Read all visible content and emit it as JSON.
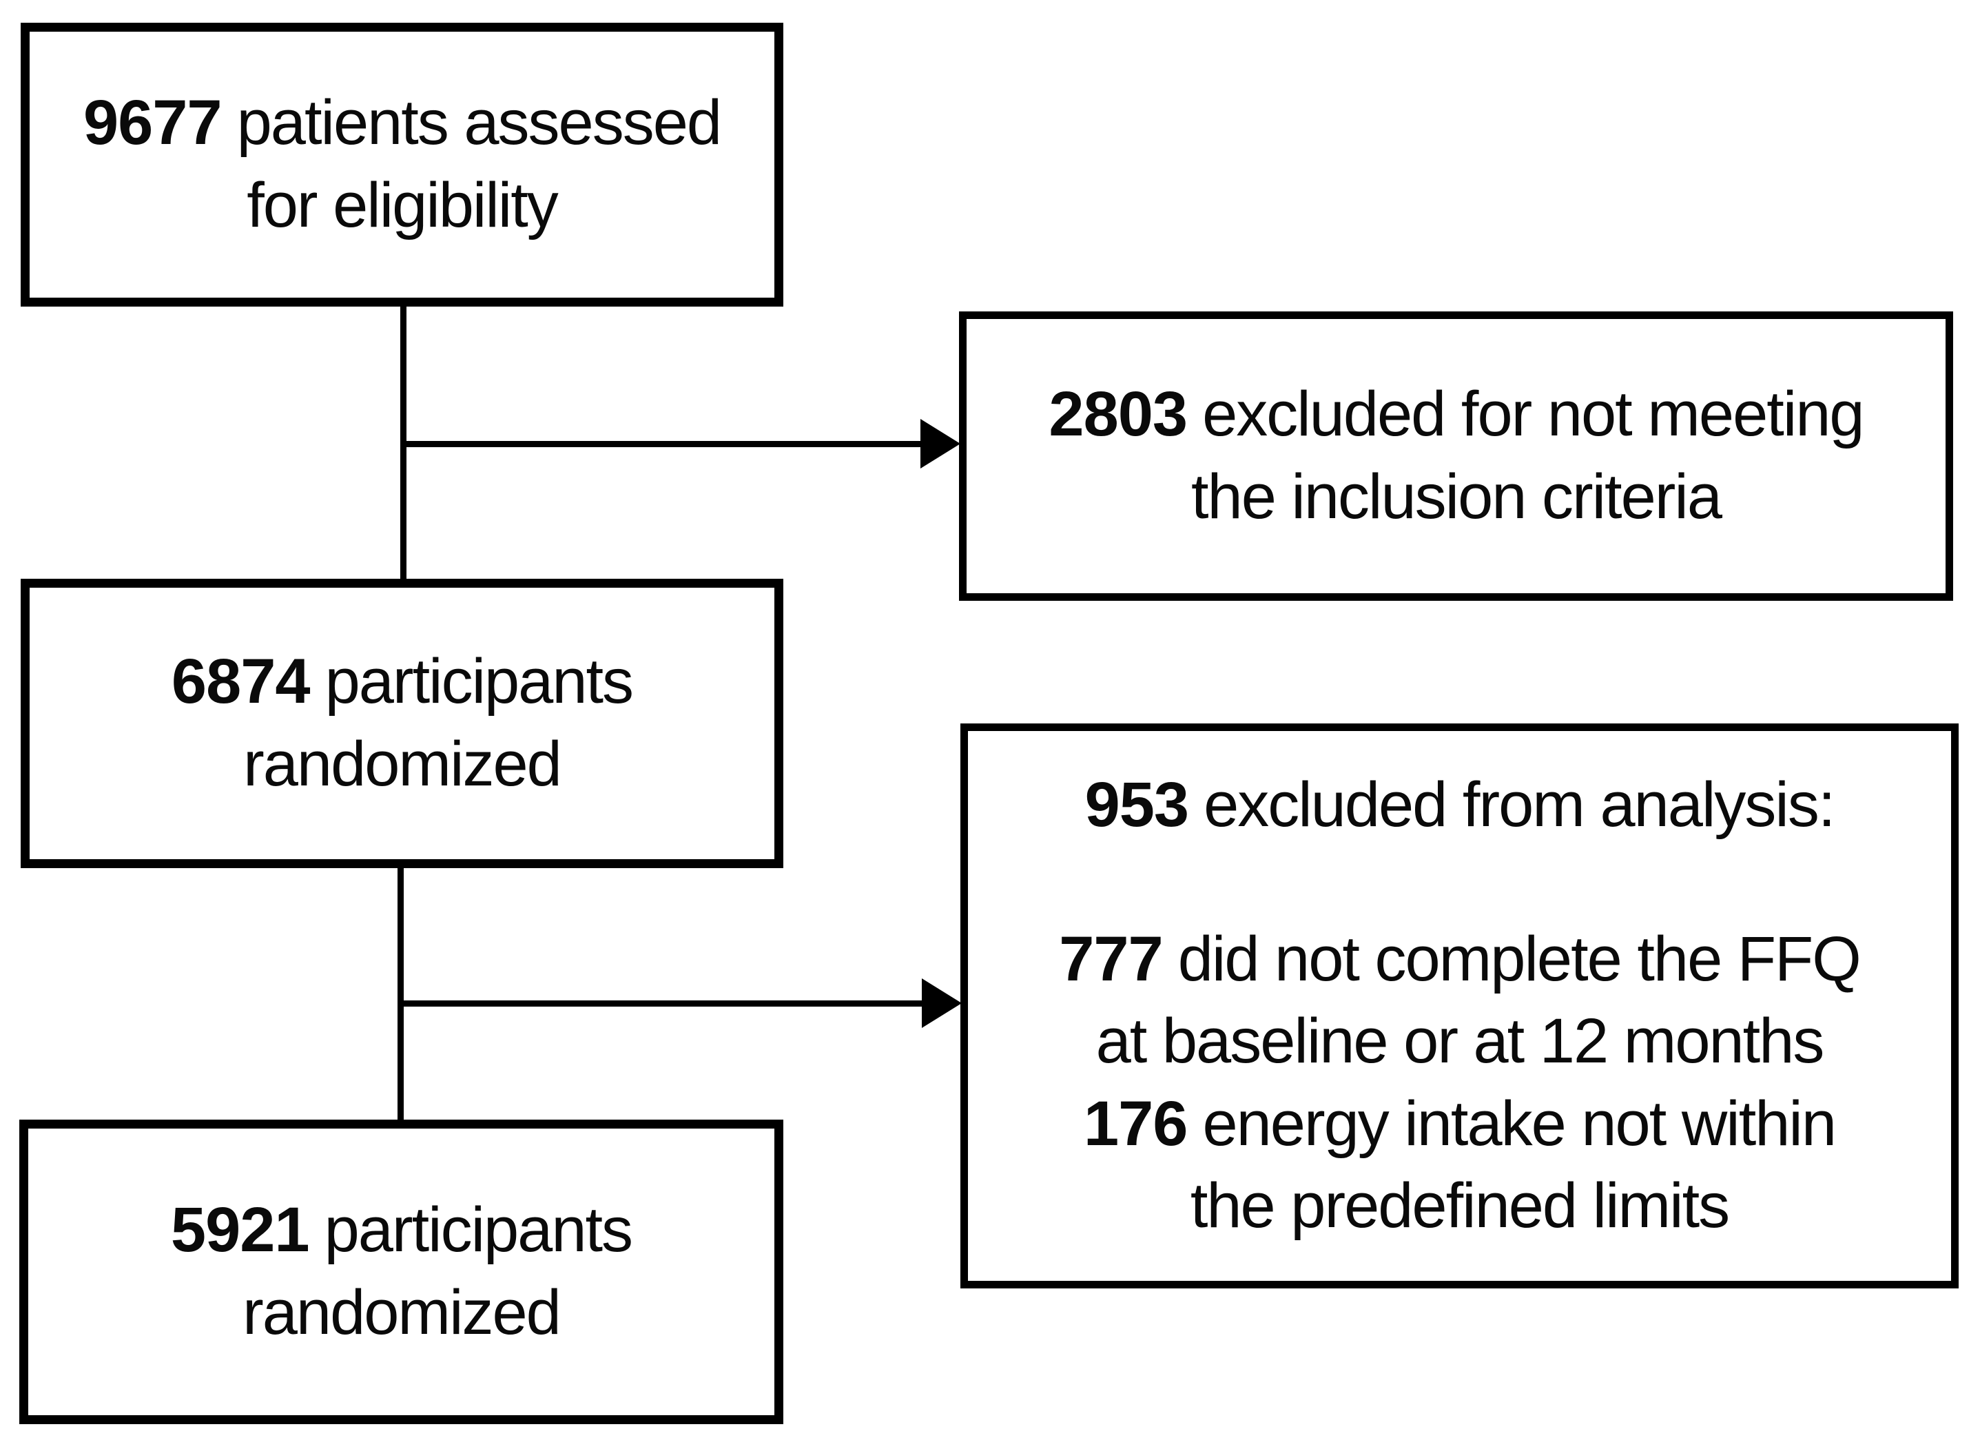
{
  "figure": {
    "type": "consort-flow-diagram",
    "background_color": "#ffffff",
    "line_color": "#000000",
    "text_color": "#0a0a0a"
  },
  "boxes": {
    "assessed": {
      "count": "9677",
      "label": "patients assessed\nfor eligibility"
    },
    "excluded_screening": {
      "count": "2803",
      "label": "excluded for not meeting\nthe inclusion criteria"
    },
    "randomized": {
      "count": "6874",
      "label": "participants\nrandomized"
    },
    "excluded_analysis": {
      "count": "953",
      "label": "excluded from analysis:",
      "reasons": [
        {
          "count": "777",
          "label": "did not complete the FFQ\nat baseline or at 12 months"
        },
        {
          "count": "176",
          "label": "energy intake not within\nthe predefined limits"
        }
      ]
    },
    "analyzed": {
      "count": "5921",
      "label": "participants\nrandomized"
    }
  }
}
